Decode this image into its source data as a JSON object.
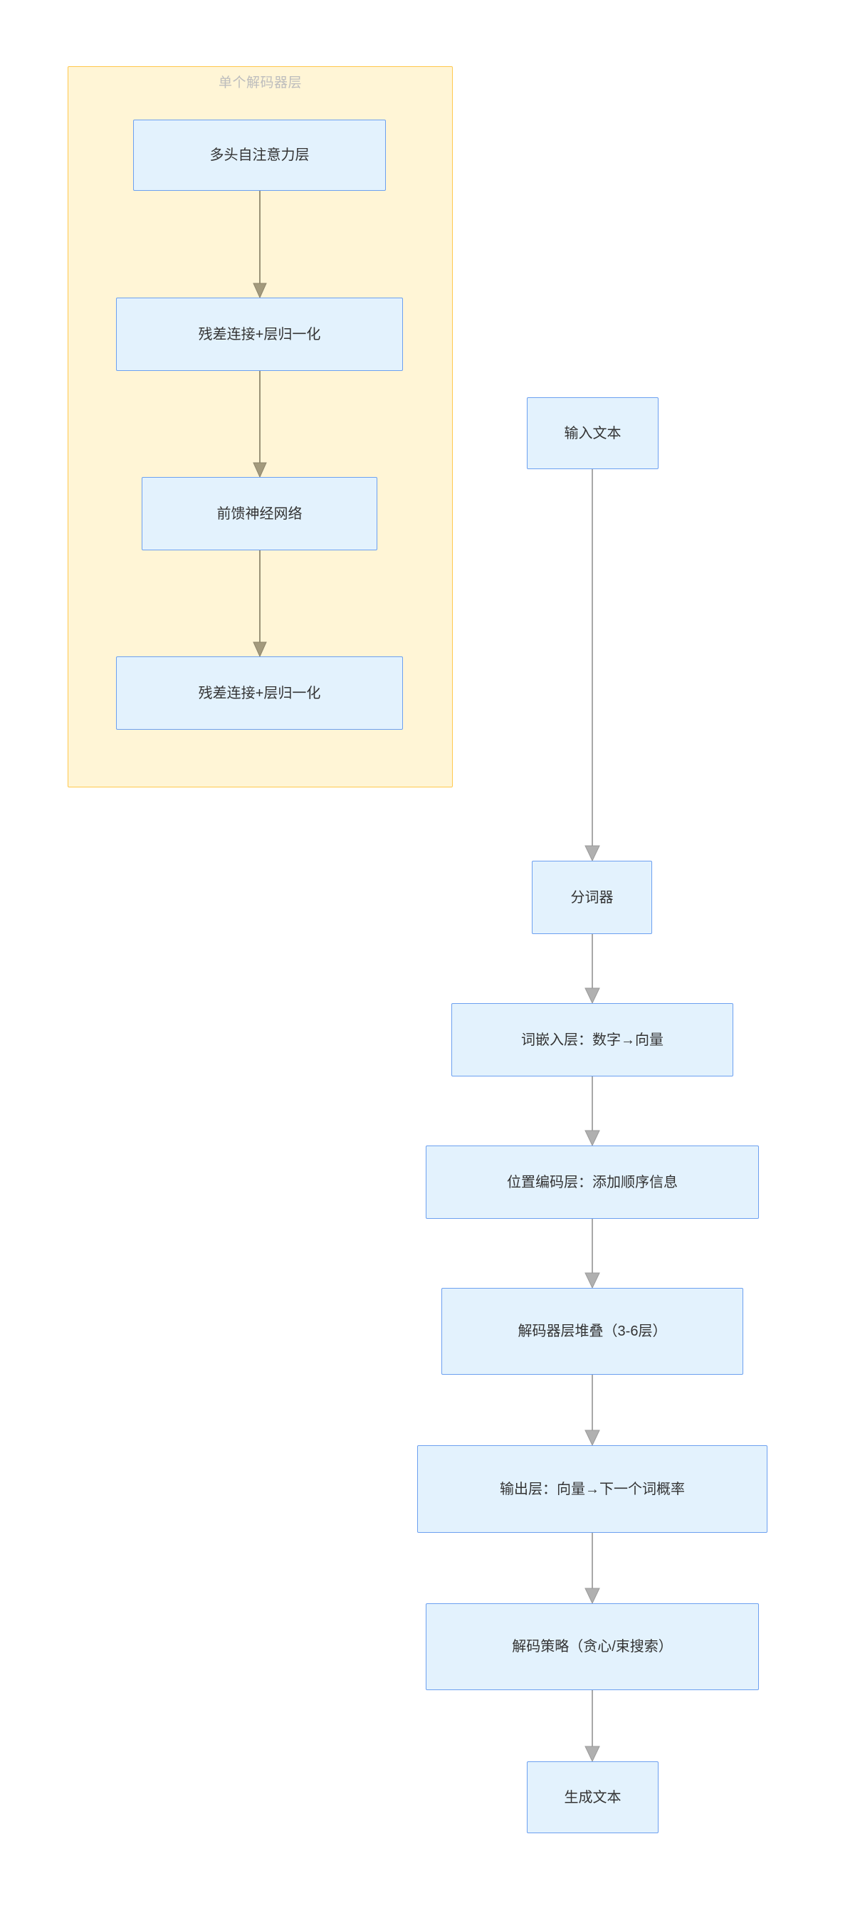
{
  "diagram": {
    "type": "flowchart",
    "direction": "top-down",
    "background_color": "#FFFFFF",
    "cluster": {
      "label": "单个解码器层",
      "fill_color": "#FFF5D6",
      "border_color": "#FFC84D",
      "label_color": "#BDBDBD",
      "nodes": [
        {
          "id": "attn",
          "label": "多头自注意力层"
        },
        {
          "id": "norm1",
          "label": "残差连接+层归一化"
        },
        {
          "id": "ffn",
          "label": "前馈神经网络"
        },
        {
          "id": "norm2",
          "label": "残差连接+层归一化"
        }
      ],
      "edges": [
        {
          "from": "attn",
          "to": "norm1"
        },
        {
          "from": "norm1",
          "to": "ffn"
        },
        {
          "from": "ffn",
          "to": "norm2"
        }
      ]
    },
    "pipeline": {
      "node_fill_color": "#E3F2FD",
      "node_border_color": "#6CA0F0",
      "node_text_color": "#333333",
      "edge_color": "#A8A8A8",
      "nodes": [
        {
          "id": "input",
          "label": "输入文本"
        },
        {
          "id": "tokenize",
          "label": "分词器"
        },
        {
          "id": "embed",
          "label": "词嵌入层：数字→向量"
        },
        {
          "id": "posenc",
          "label": "位置编码层：添加顺序信息"
        },
        {
          "id": "stack",
          "label": "解码器层堆叠（3-6层）"
        },
        {
          "id": "output",
          "label": "输出层：向量→下一个词概率"
        },
        {
          "id": "strategy",
          "label": "解码策略（贪心/束搜索）"
        },
        {
          "id": "generate",
          "label": "生成文本"
        }
      ],
      "edges": [
        {
          "from": "input",
          "to": "tokenize"
        },
        {
          "from": "tokenize",
          "to": "embed"
        },
        {
          "from": "embed",
          "to": "posenc"
        },
        {
          "from": "posenc",
          "to": "stack"
        },
        {
          "from": "stack",
          "to": "output"
        },
        {
          "from": "output",
          "to": "strategy"
        },
        {
          "from": "strategy",
          "to": "generate"
        }
      ]
    }
  }
}
